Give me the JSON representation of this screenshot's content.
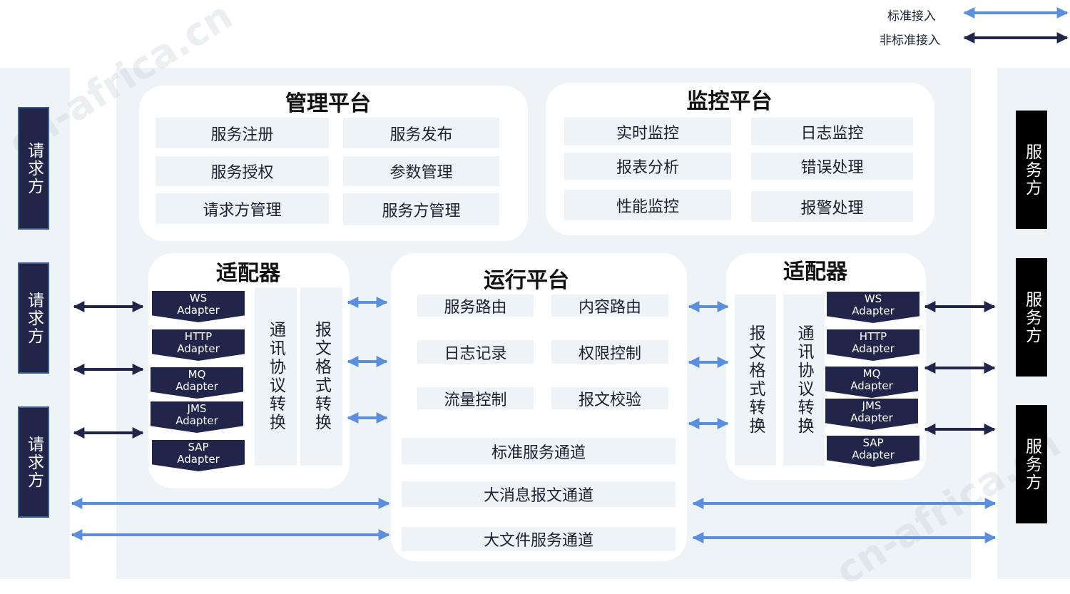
{
  "legend": {
    "standard": "标准接入",
    "nonstandard": "非标准接入"
  },
  "colors": {
    "standard_arrow": "#5b8fdc",
    "nonstandard_arrow": "#22254a",
    "dark_box": "#22254a",
    "service_box": "#000000",
    "cell_bg": "#eef3f8"
  },
  "requesters": [
    "请求方",
    "请求方",
    "请求方"
  ],
  "providers": [
    "服务方",
    "服务方",
    "服务方"
  ],
  "management": {
    "title": "管理平台",
    "items": [
      "服务注册",
      "服务发布",
      "服务授权",
      "参数管理",
      "请求方管理",
      "服务方管理"
    ]
  },
  "monitoring": {
    "title": "监控平台",
    "items": [
      "实时监控",
      "日志监控",
      "报表分析",
      "错误处理",
      "性能监控",
      "报警处理"
    ]
  },
  "runtime": {
    "title": "运行平台",
    "items": [
      "服务路由",
      "内容路由",
      "日志记录",
      "权限控制",
      "流量控制",
      "报文校验"
    ],
    "channels": [
      "标准服务通道",
      "大消息报文通道",
      "大文件服务通道"
    ]
  },
  "adapter_left": {
    "title": "适配器",
    "adapters": [
      {
        "name": "WS",
        "sub": "Adapter"
      },
      {
        "name": "HTTP",
        "sub": "Adapter"
      },
      {
        "name": "MQ",
        "sub": "Adapter"
      },
      {
        "name": "JMS",
        "sub": "Adapter"
      },
      {
        "name": "SAP",
        "sub": "Adapter"
      }
    ],
    "protocol": "通讯协议转换",
    "format": "报文格式转换"
  },
  "adapter_right": {
    "title": "适配器",
    "adapters": [
      {
        "name": "WS",
        "sub": "Adapter"
      },
      {
        "name": "HTTP",
        "sub": "Adapter"
      },
      {
        "name": "MQ",
        "sub": "Adapter"
      },
      {
        "name": "JMS",
        "sub": "Adapter"
      },
      {
        "name": "SAP",
        "sub": "Adapter"
      }
    ],
    "format": "报文格式转换",
    "protocol": "通讯协议转换"
  },
  "watermark": "cn-africa.cn"
}
